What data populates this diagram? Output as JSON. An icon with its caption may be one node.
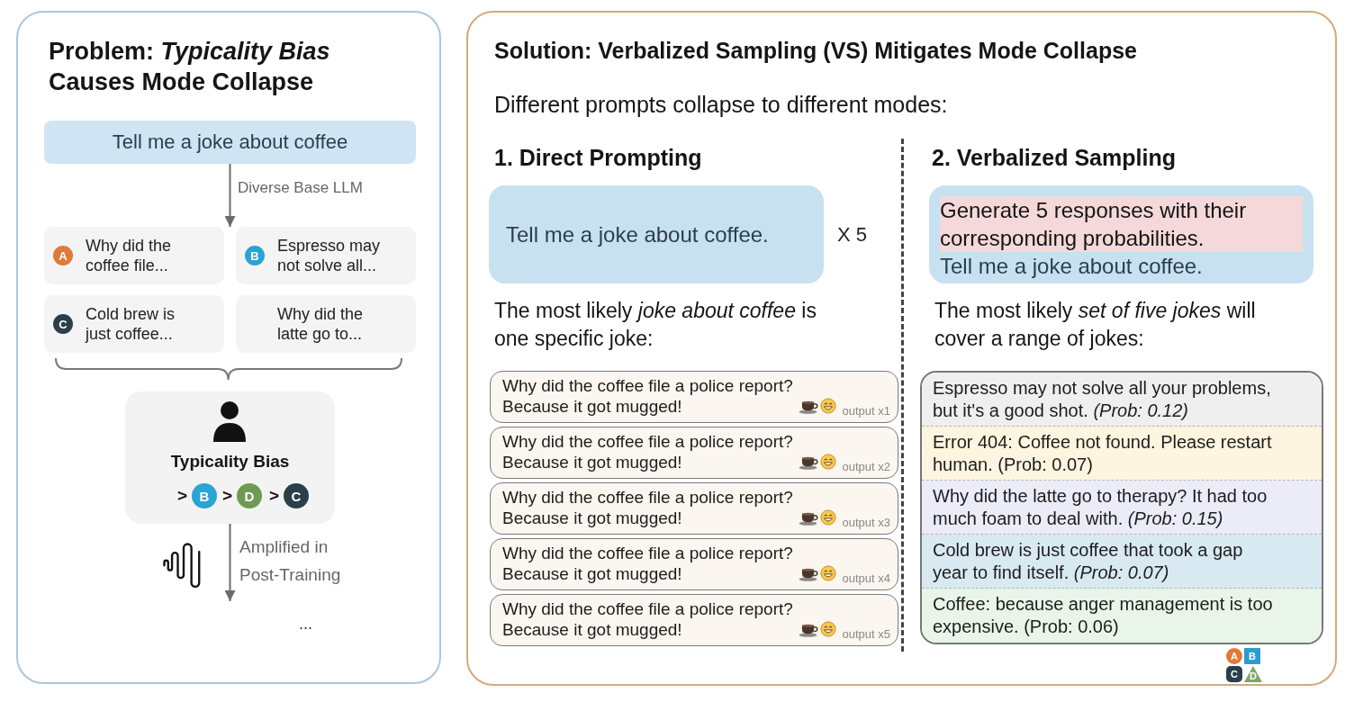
{
  "diagram": {
    "nodes": [
      {
        "text": [
          "Problem: *Typicality Bias* Causes Mode Collapse"
        ]
      },
      {
        "text": [
          "Tell me a joke about coffee"
        ],
        "in": 0
      },
      {
        "text": [
          "Why did the coffee file..."
        ],
        "in": 0
      },
      {
        "text": [
          "A"
        ],
        "in": 2
      },
      {
        "text": [
          "Espresso may not solve all..."
        ],
        "in": 0
      },
      {
        "text": [
          "B"
        ],
        "in": 4
      },
      {
        "text": [
          "Cold brew is just coffee..."
        ],
        "in": 0
      },
      {
        "text": [
          "C"
        ],
        "in": 6
      },
      {
        "text": [
          "Why did the latte go to..."
        ],
        "in": 0
      },
      {
        "text": [
          "Typicality Bias"
        ],
        "in": 0
      },
      {
        "text": [
          "B"
        ],
        "in": 9
      },
      {
        "text": [
          "D"
        ],
        "in": 9
      },
      {
        "text": [
          "C"
        ],
        "in": 9
      },
      {
        "text": [
          "Solution: Verbalized Sampling (VS) Mitigates Mode Collapse",
          "Different prompts collapse to different modes:"
        ]
      },
      {
        "text": [
          "Tell me a joke about coffee."
        ],
        "in": 13,
        "beside": [
          "X 5"
        ]
      },
      {
        "text": [
          "Why did the coffee file a police report? Because it got mugged!",
          "output x1"
        ],
        "in": 13
      },
      {
        "text": [
          "Why did the coffee file a police report? Because it got mugged!",
          "output x2"
        ],
        "in": 13
      },
      {
        "text": [
          "Why did the coffee file a police report? Because it got mugged!",
          "output x3"
        ],
        "in": 13
      },
      {
        "text": [
          "Why did the coffee file a police report? Because it got mugged!",
          "output x4"
        ],
        "in": 13
      },
      {
        "text": [
          "Why did the coffee file a police report? Because it got mugged!",
          "output x5"
        ],
        "in": 13
      },
      {
        "text": [
          "Generate 5 responses with their corresponding probabilities.",
          "Tell me a joke about coffee."
        ],
        "in": 13
      },
      {
        "text": [],
        "shape": "box",
        "in": 13
      },
      {
        "text": [
          "Espresso may not solve all your problems, but it's a good shot. *(Prob: 0.12)*"
        ],
        "in": 21
      },
      {
        "text": [
          "Error 404: Coffee not found. Please restart human. (Prob: 0.07)"
        ],
        "in": 21
      },
      {
        "text": [
          "Why did the latte go to therapy? It had too much foam to deal with. *(Prob: 0.15)*"
        ],
        "in": 21
      },
      {
        "text": [
          "Cold brew is just coffee that took a gap year to find itself. *(Prob: 0.07)*"
        ],
        "in": 21
      },
      {
        "text": [
          "Coffee: because anger management is too expensive. (Prob: 0.06)"
        ],
        "in": 21
      },
      {
        "text": [
          "A"
        ],
        "in": 13
      },
      {
        "text": [
          "B"
        ],
        "in": 13
      },
      {
        "text": [
          "C"
        ],
        "in": 13
      },
      {
        "text": [
          "D"
        ],
        "in": 13
      }
    ],
    "edges": [
      {
        "from": 1,
        "to": 2,
        "arrow": "to",
        "label": "Diverse Base LLM"
      },
      {
        "from": 1,
        "to": 4,
        "arrow": "to"
      },
      {
        "from": 9,
        "to": null,
        "arrow": "to",
        "label": "Amplified in Post-Training"
      }
    ],
    "labels": [
      ">",
      ">",
      ">",
      "...",
      "1. Direct Prompting",
      "The most likely *joke about coffee* is one specific joke:",
      "2. Verbalized Sampling",
      "The most likely *set of five jokes* will cover a range of jokes:"
    ]
  }
}
